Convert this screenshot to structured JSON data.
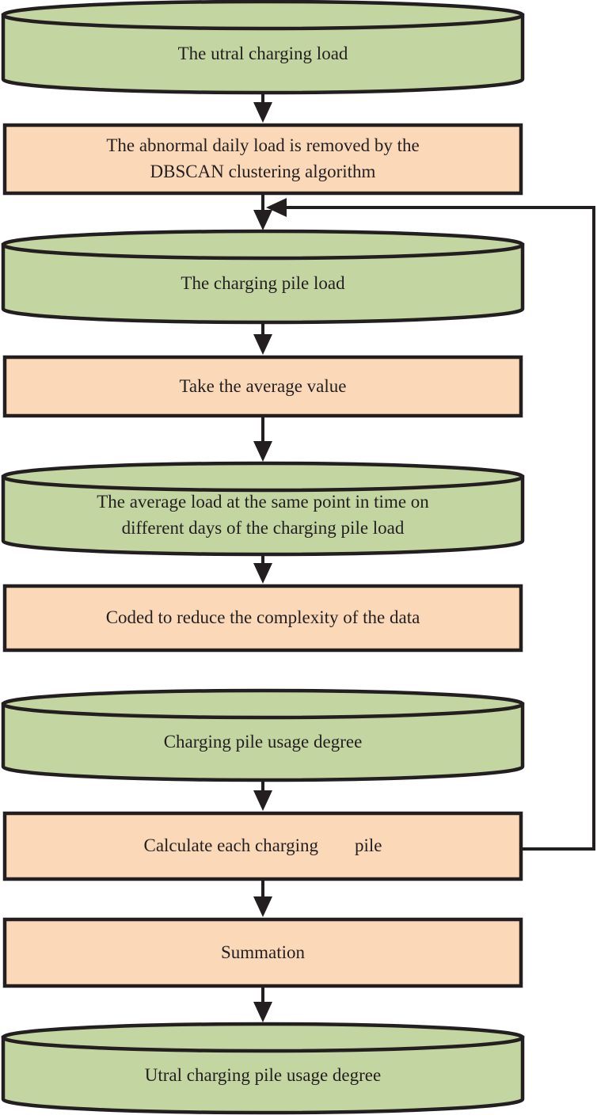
{
  "diagram": {
    "type": "flowchart",
    "direction": "top-down",
    "colors": {
      "datastore_fill": "#c3d5a0",
      "process_fill": "#fbd9b8",
      "stroke": "#231f20",
      "background": "#ffffff"
    },
    "nodes": [
      {
        "id": "utral-charging-load",
        "shape": "cylinder",
        "label": "The utral charging load"
      },
      {
        "id": "dbscan-removal",
        "shape": "rect",
        "label": "The abnormal daily load is removed by the\nDBSCAN clustering algorithm"
      },
      {
        "id": "charging-pile-load",
        "shape": "cylinder",
        "label": "The charging pile load"
      },
      {
        "id": "take-average",
        "shape": "rect",
        "label": "Take the average value"
      },
      {
        "id": "average-load-same-point",
        "shape": "cylinder",
        "label": "The average load at the same point in time on\ndifferent days of the charging pile load"
      },
      {
        "id": "coded-reduce-complexity",
        "shape": "rect",
        "label": "Coded to reduce the complexity of the data"
      },
      {
        "id": "charging-pile-usage-degree",
        "shape": "cylinder",
        "label": "Charging pile usage degree"
      },
      {
        "id": "calculate-each-pile",
        "shape": "rect",
        "label": "Calculate each charging        pile"
      },
      {
        "id": "summation",
        "shape": "rect",
        "label": "Summation"
      },
      {
        "id": "utral-pile-usage-degree",
        "shape": "cylinder",
        "label": "Utral charging pile usage degree"
      }
    ],
    "edges": [
      {
        "from": "utral-charging-load",
        "to": "dbscan-removal"
      },
      {
        "from": "dbscan-removal",
        "to": "charging-pile-load"
      },
      {
        "from": "charging-pile-load",
        "to": "take-average"
      },
      {
        "from": "take-average",
        "to": "average-load-same-point"
      },
      {
        "from": "average-load-same-point",
        "to": "coded-reduce-complexity"
      },
      {
        "from": "coded-reduce-complexity",
        "to": "charging-pile-usage-degree"
      },
      {
        "from": "charging-pile-usage-degree",
        "to": "calculate-each-pile"
      },
      {
        "from": "calculate-each-pile",
        "to": "summation"
      },
      {
        "from": "summation",
        "to": "utral-pile-usage-degree"
      },
      {
        "from": "calculate-each-pile",
        "to": "charging-pile-load",
        "style": "feedback-loop-right"
      }
    ]
  }
}
